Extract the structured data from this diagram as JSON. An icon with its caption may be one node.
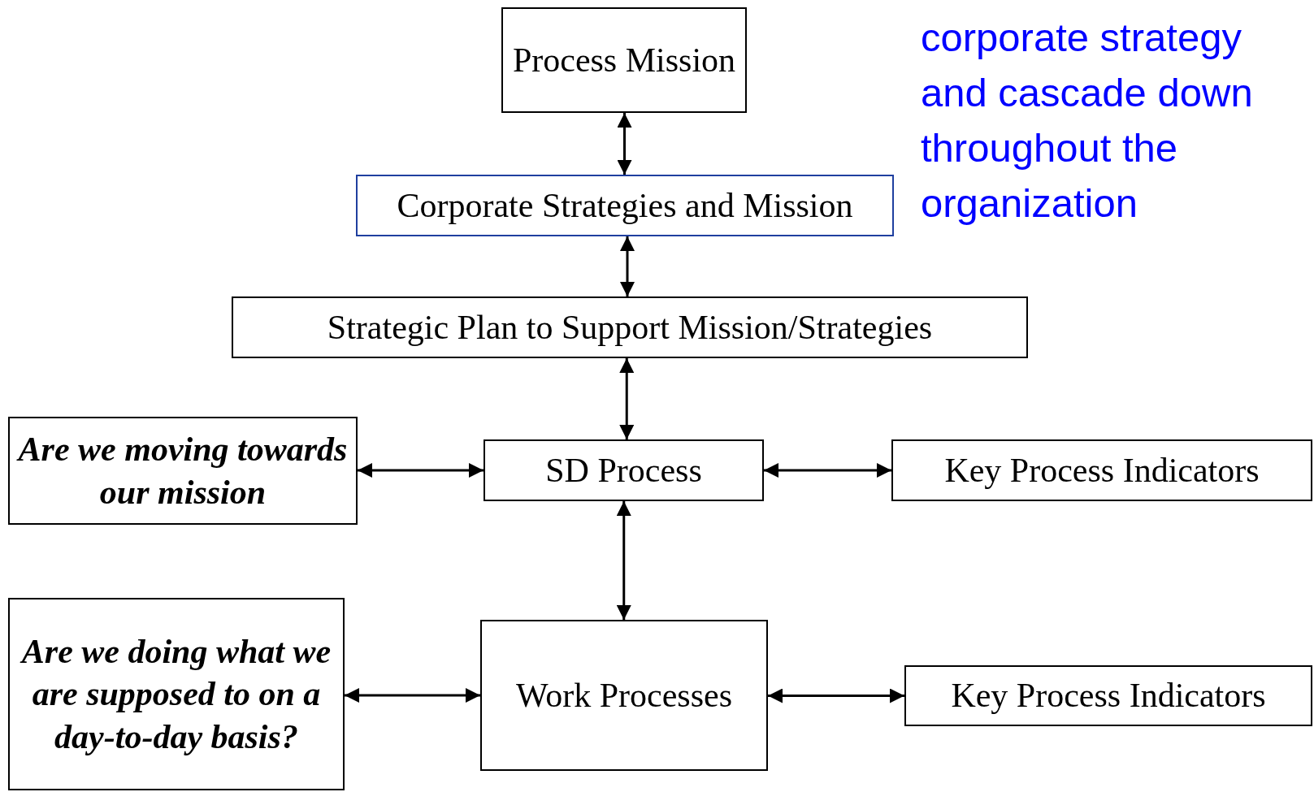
{
  "diagram": {
    "nodes": [
      {
        "text": [
          "Process Mission"
        ]
      },
      {
        "text": [
          "Corporate Strategies and Mission"
        ]
      },
      {
        "text": [
          "Strategic Plan to Support Mission/Strategies"
        ]
      },
      {
        "text": [
          "Are we moving towards our mission"
        ]
      },
      {
        "text": [
          "SD Process"
        ]
      },
      {
        "text": [
          "Key Process Indicators"
        ]
      },
      {
        "text": [
          "Are we doing what we are supposed to on a day-to-day basis?"
        ]
      },
      {
        "text": [
          "Work Processes"
        ]
      },
      {
        "text": [
          "Key Process Indicators"
        ]
      }
    ],
    "edges": [
      {
        "from": 0,
        "to": 1,
        "arrow": "both"
      },
      {
        "from": 1,
        "to": 2,
        "arrow": "both"
      },
      {
        "from": 2,
        "to": 4,
        "arrow": "both"
      },
      {
        "from": 3,
        "to": 4,
        "arrow": "both"
      },
      {
        "from": 4,
        "to": 5,
        "arrow": "both"
      },
      {
        "from": 4,
        "to": 7,
        "arrow": "both"
      },
      {
        "from": 6,
        "to": 7,
        "arrow": "both"
      },
      {
        "from": 7,
        "to": 8,
        "arrow": "both"
      }
    ],
    "labels": [
      "corporate strategy and cascade down throughout the organization"
    ]
  }
}
